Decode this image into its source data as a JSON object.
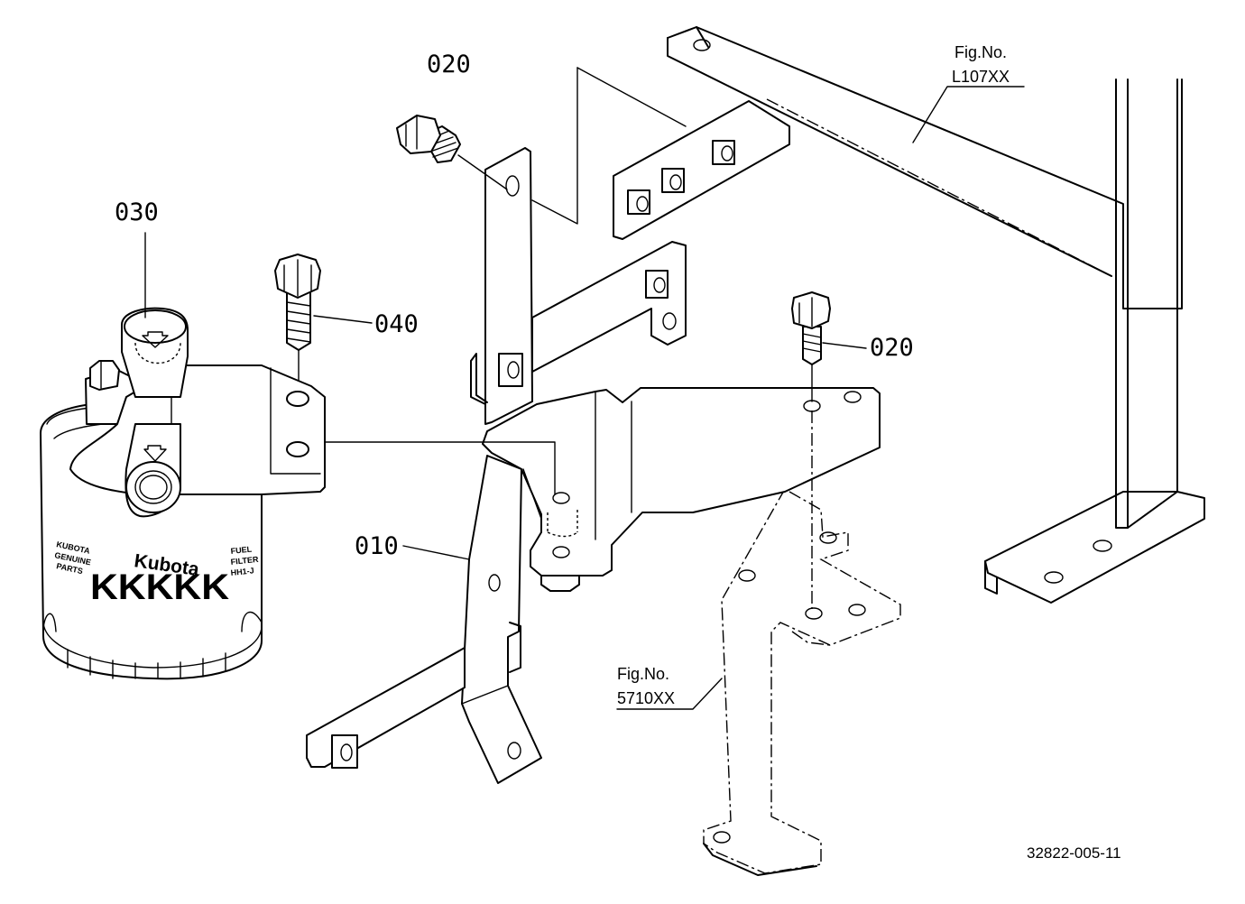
{
  "labels": {
    "part_010": "010",
    "part_020_top": "020",
    "part_020_right": "020",
    "part_030": "030",
    "part_040": "040"
  },
  "refs": {
    "frame": {
      "line1": "Fig.No.",
      "line2": "L107XX"
    },
    "stay": {
      "line1": "Fig.No.",
      "line2": "5710XX"
    }
  },
  "filter": {
    "brand": "Kubota",
    "side_left": [
      "KUBOTA",
      "GENUINE",
      "PARTS"
    ],
    "side_right": [
      "FUEL",
      "FILTER",
      "HH1-J"
    ],
    "band": "KKKKK"
  },
  "drawing_number": "32822-005-11"
}
